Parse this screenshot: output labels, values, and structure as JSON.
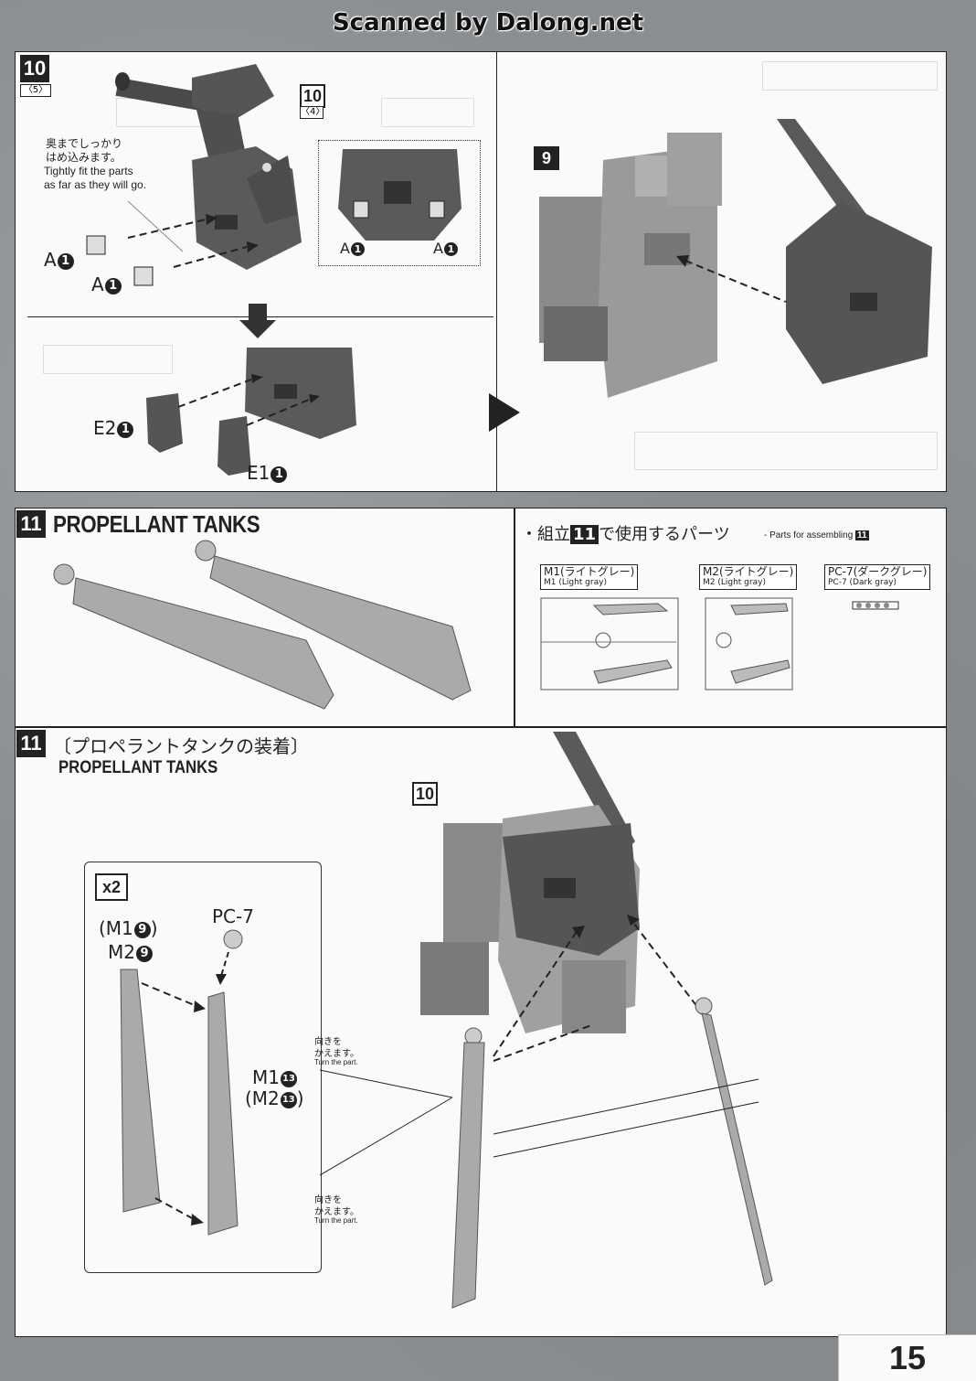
{
  "watermark": "Scanned by Dalong.net",
  "page_number": "15",
  "step10": {
    "badge": "10",
    "sub": "〈5〉",
    "ref_badge": "10",
    "ref_sub": "〈4〉",
    "note_jp_1": "奥までしっかり",
    "note_jp_2": "はめ込みます。",
    "note_en_1": "Tightly fit the parts",
    "note_en_2": "as far as they will go.",
    "part_a": "A",
    "part_a_num": "1",
    "part_e2": "E2",
    "part_e2_num": "1",
    "part_e1": "E1",
    "part_e1_num": "1",
    "ref_9": "9"
  },
  "step11": {
    "badge": "11",
    "title": "PROPELLANT TANKS",
    "parts_heading_jp_pre": "・組立",
    "parts_heading_num": "11",
    "parts_heading_jp_post": "で使用するパーツ",
    "parts_heading_en": "- Parts for assembling",
    "runners": [
      {
        "jp": "M1(ライトグレー)",
        "en": "M1 (Light gray)"
      },
      {
        "jp": "M2(ライトグレー)",
        "en": "M2 (Light gray)"
      },
      {
        "jp": "PC-7(ダークグレー)",
        "en": "PC-7 (Dark gray)"
      }
    ]
  },
  "step11b": {
    "badge": "11",
    "title_jp": "〔プロペラントタンクの装着〕",
    "title_en": "PROPELLANT TANKS",
    "ref_badge": "10",
    "x2": "x2",
    "m1_9": "(M1",
    "m1_9_num": "9",
    "m1_9_close": ")",
    "m2_9": "M2",
    "m2_9_num": "9",
    "pc7": "PC-7",
    "turn_jp_1": "向きを",
    "turn_jp_2": "かえます。",
    "turn_en": "Turn the part.",
    "m1_13": "M1",
    "m1_13_num": "13",
    "m2_13_open": "(M2",
    "m2_13_num": "13",
    "m2_13_close": ")"
  }
}
